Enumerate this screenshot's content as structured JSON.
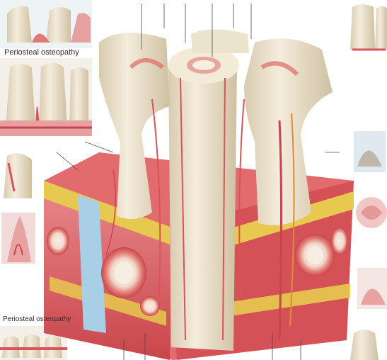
{
  "titles": {
    "top": "Periosteal osteopathy",
    "bottom": "Periosteal osteopathy"
  },
  "colors": {
    "bone": "#efe6d2",
    "bone_shadow": "#d8cbb0",
    "marrow": "#e7c24a",
    "flesh": "#d9545a",
    "flesh_light": "#eaa3a4",
    "cartilage": "#a9cfe6",
    "pointer_line": "#4a4a4a"
  },
  "icons": {
    "pointer": "leader-line",
    "main": "anatomy-illustration"
  }
}
